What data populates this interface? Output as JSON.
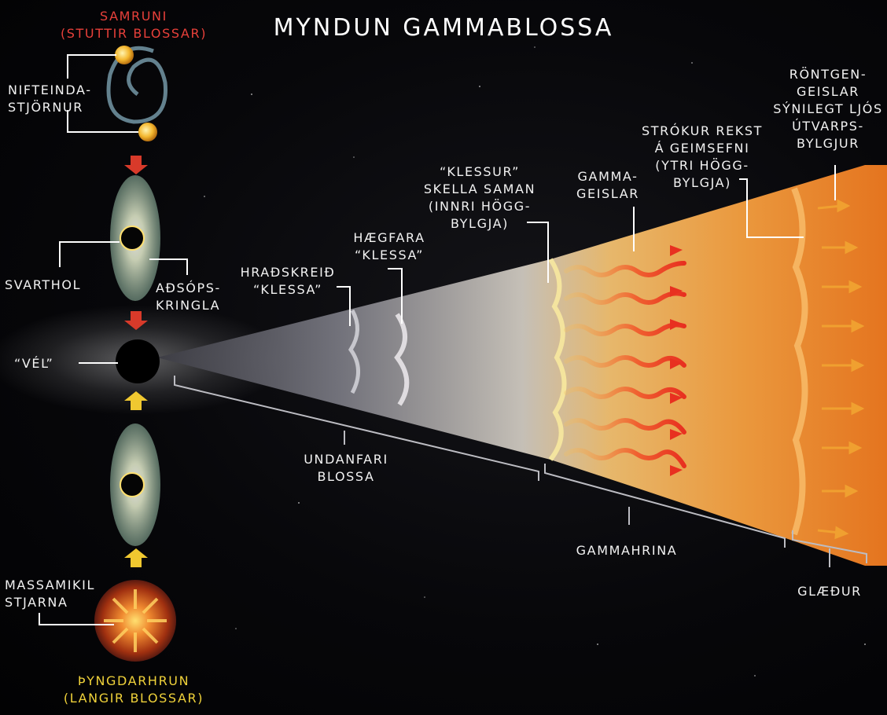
{
  "title": "MYNDUN GAMMABLOSSA",
  "labels": {
    "merger": "SAMRUNI\n(STUTTIR BLOSSAR)",
    "neutron_stars": "NIFTEINDA-\nSTJÖRNUR",
    "black_hole": "SVARTHOL",
    "accretion_disk": "AÐSÓPS-\nKRINGLA",
    "engine": "“VÉL”",
    "fast_shell": "HRAÐSKREIÐ\n“KLESSA”",
    "slow_shell": "HÆGFARA\n“KLESSA”",
    "shells_collide": "“KLESSUR”\nSKELLA SAMAN\n(INNRI HÖGG-\nBYLGJA)",
    "gamma_rays": "GAMMA-\nGEISLAR",
    "jet_hits": "STRÓKUR REKST\nÁ GEIMSEFNI\n(YTRI HÖGG-\nBYLGJA)",
    "afterglow_radiation": "RÖNTGEN-\nGEISLAR\nSÝNILEGT LJÓS\nÚTVARPS-\nBYLGJUR",
    "precursor": "UNDANFARI\nBLOSSA",
    "gamma_burst": "GAMMAHRINA",
    "afterglow": "GLÆÐUR",
    "massive_star": "MASSAMIKIL\nSTJARNA",
    "collapse": "ÞYNGDARHRUN\n(LANGIR BLOSSAR)"
  },
  "colors": {
    "merger_label": "#e8403a",
    "collapse_label": "#f0d23a",
    "text": "#f2f2f2",
    "background": "#050508"
  }
}
